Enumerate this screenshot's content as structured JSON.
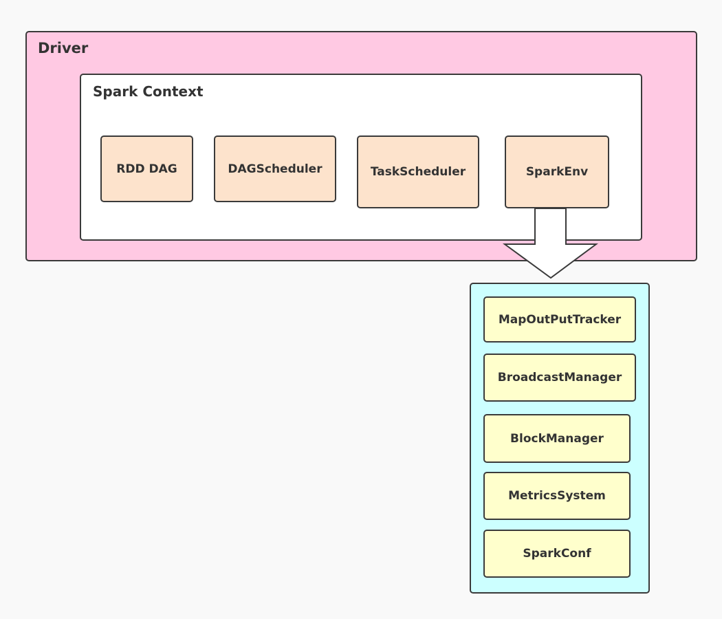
{
  "driver": {
    "title": "Driver"
  },
  "spark_context": {
    "title": "Spark Context",
    "components": [
      "RDD DAG",
      "DAGScheduler",
      "TaskScheduler",
      "SparkEnv"
    ]
  },
  "spark_env": {
    "components": [
      "MapOutPutTracker",
      "BroadcastManager",
      "BlockManager",
      "MetricsSystem",
      "SparkConf"
    ]
  },
  "colors": {
    "driver_fill": "#ffc9e3",
    "context_fill": "#ffffff",
    "component_fill": "#fde3cc",
    "env_fill": "#ccffff",
    "env_item_fill": "#ffffcc",
    "border": "#3a3a3a"
  },
  "icons": {
    "expand_arrow": "down-arrow"
  }
}
